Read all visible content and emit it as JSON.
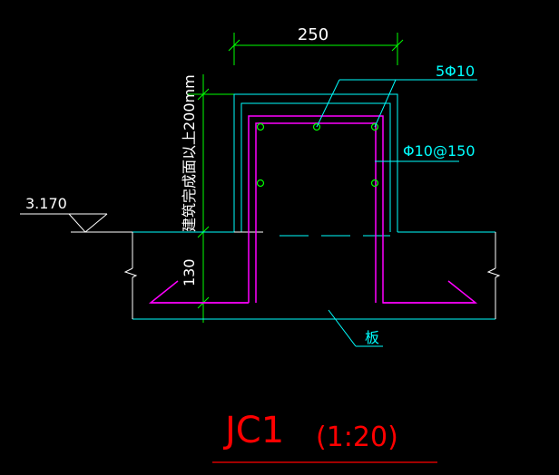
{
  "drawing": {
    "top_width": "250",
    "top_bars": "5Φ10",
    "stirrup": "Φ10@150",
    "elevation": "3.170",
    "height_note": "建筑完成面以上200mm",
    "slab_thickness": "130",
    "slab_label": "板",
    "title": "JC1",
    "scale": "(1:20)"
  },
  "colors": {
    "background": "#000000",
    "outline": "#ffffff",
    "concrete": "#00ffff",
    "rebar": "#ff00ff",
    "bars": "#00ff00",
    "dimension": "#00ff00",
    "title": "#ff0000"
  }
}
